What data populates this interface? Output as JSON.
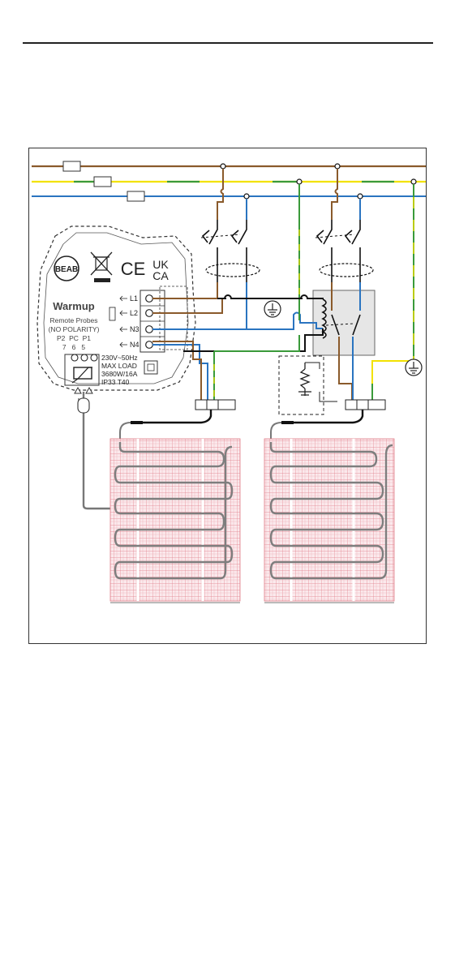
{
  "device": {
    "logo_text": "BEAB",
    "ce_mark": "CE",
    "ukca_line1": "UK",
    "ukca_line2": "CA",
    "brand": "Warmup",
    "probes_line1": "Remote Probes",
    "probes_line2": "(NO POLARITY)",
    "probe_labels": "P2  PC  P1",
    "probe_pins": "7   6   5",
    "terminals": [
      "L1",
      "L2",
      "N3",
      "N4"
    ],
    "rating_lines": [
      "230V~50Hz",
      "MAX LOAD",
      "3680W/16A",
      "IP33  T40"
    ]
  },
  "colors": {
    "live": "#8a5a2b",
    "neutral": "#2a74c0",
    "earth_green": "#3a9a3a",
    "earth_yellow": "#f2e200",
    "wire_black": "#111111",
    "probe_cable": "#777777",
    "mat_grid": "#e07a86",
    "contactor_fill": "#e6e6e6"
  },
  "icons": [
    "earth-ground-icon",
    "thermistor-icon",
    "waste-bin-icon",
    "probe-sensor-icon",
    "coil-icon",
    "resistor-icon"
  ]
}
